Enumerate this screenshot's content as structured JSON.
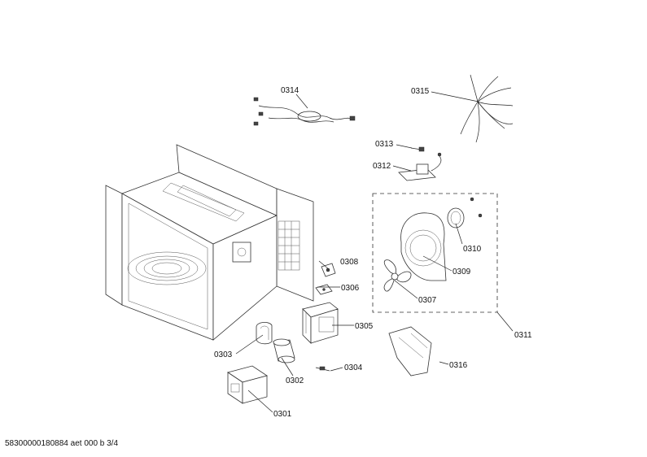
{
  "labels": {
    "p0301": "0301",
    "p0302": "0302",
    "p0303": "0303",
    "p0304": "0304",
    "p0305": "0305",
    "p0306": "0306",
    "p0307": "0307",
    "p0308": "0308",
    "p0309": "0309",
    "p0310": "0310",
    "p0311": "0311",
    "p0312": "0312",
    "p0313": "0313",
    "p0314": "0314",
    "p0315": "0315",
    "p0316": "0316"
  },
  "footer": "58300000180884 aet 000 b 3/4"
}
